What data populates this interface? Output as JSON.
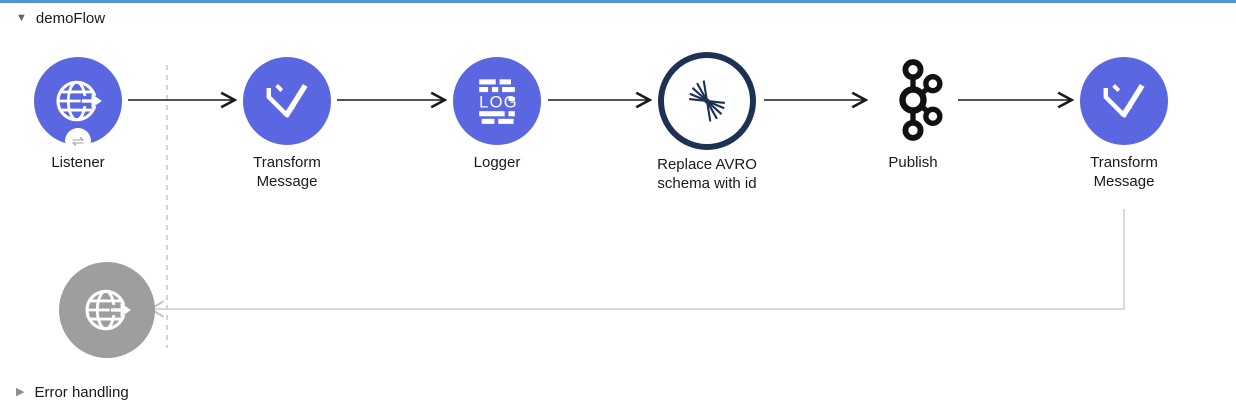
{
  "header": {
    "title": "demoFlow",
    "collapse_icon": "▼"
  },
  "canvas": {
    "nodes": [
      {
        "label": "Listener",
        "type": "http-listener",
        "badge_glyph": "⇌"
      },
      {
        "label": "Transform Message",
        "type": "dataweave-transform"
      },
      {
        "label": "Logger",
        "type": "logger",
        "icon_text": "LOG"
      },
      {
        "label": "Replace AVRO schema with id",
        "type": "confluent-connector"
      },
      {
        "label": "Publish",
        "type": "kafka-publish"
      },
      {
        "label": "Transform Message",
        "type": "dataweave-transform"
      },
      {
        "label": "",
        "type": "http-response-disabled"
      }
    ]
  },
  "footer": {
    "label": "Error handling",
    "expand_icon": "▶"
  },
  "colors": {
    "accent_blue": "#5a67e0",
    "confluent_navy": "#1c3154",
    "kafka_black": "#111111",
    "disabled_gray": "#9e9e9e",
    "connector_black": "#1a1a1a",
    "connector_gray": "#c9c9c9",
    "top_border_blue": "#4f93d8"
  }
}
